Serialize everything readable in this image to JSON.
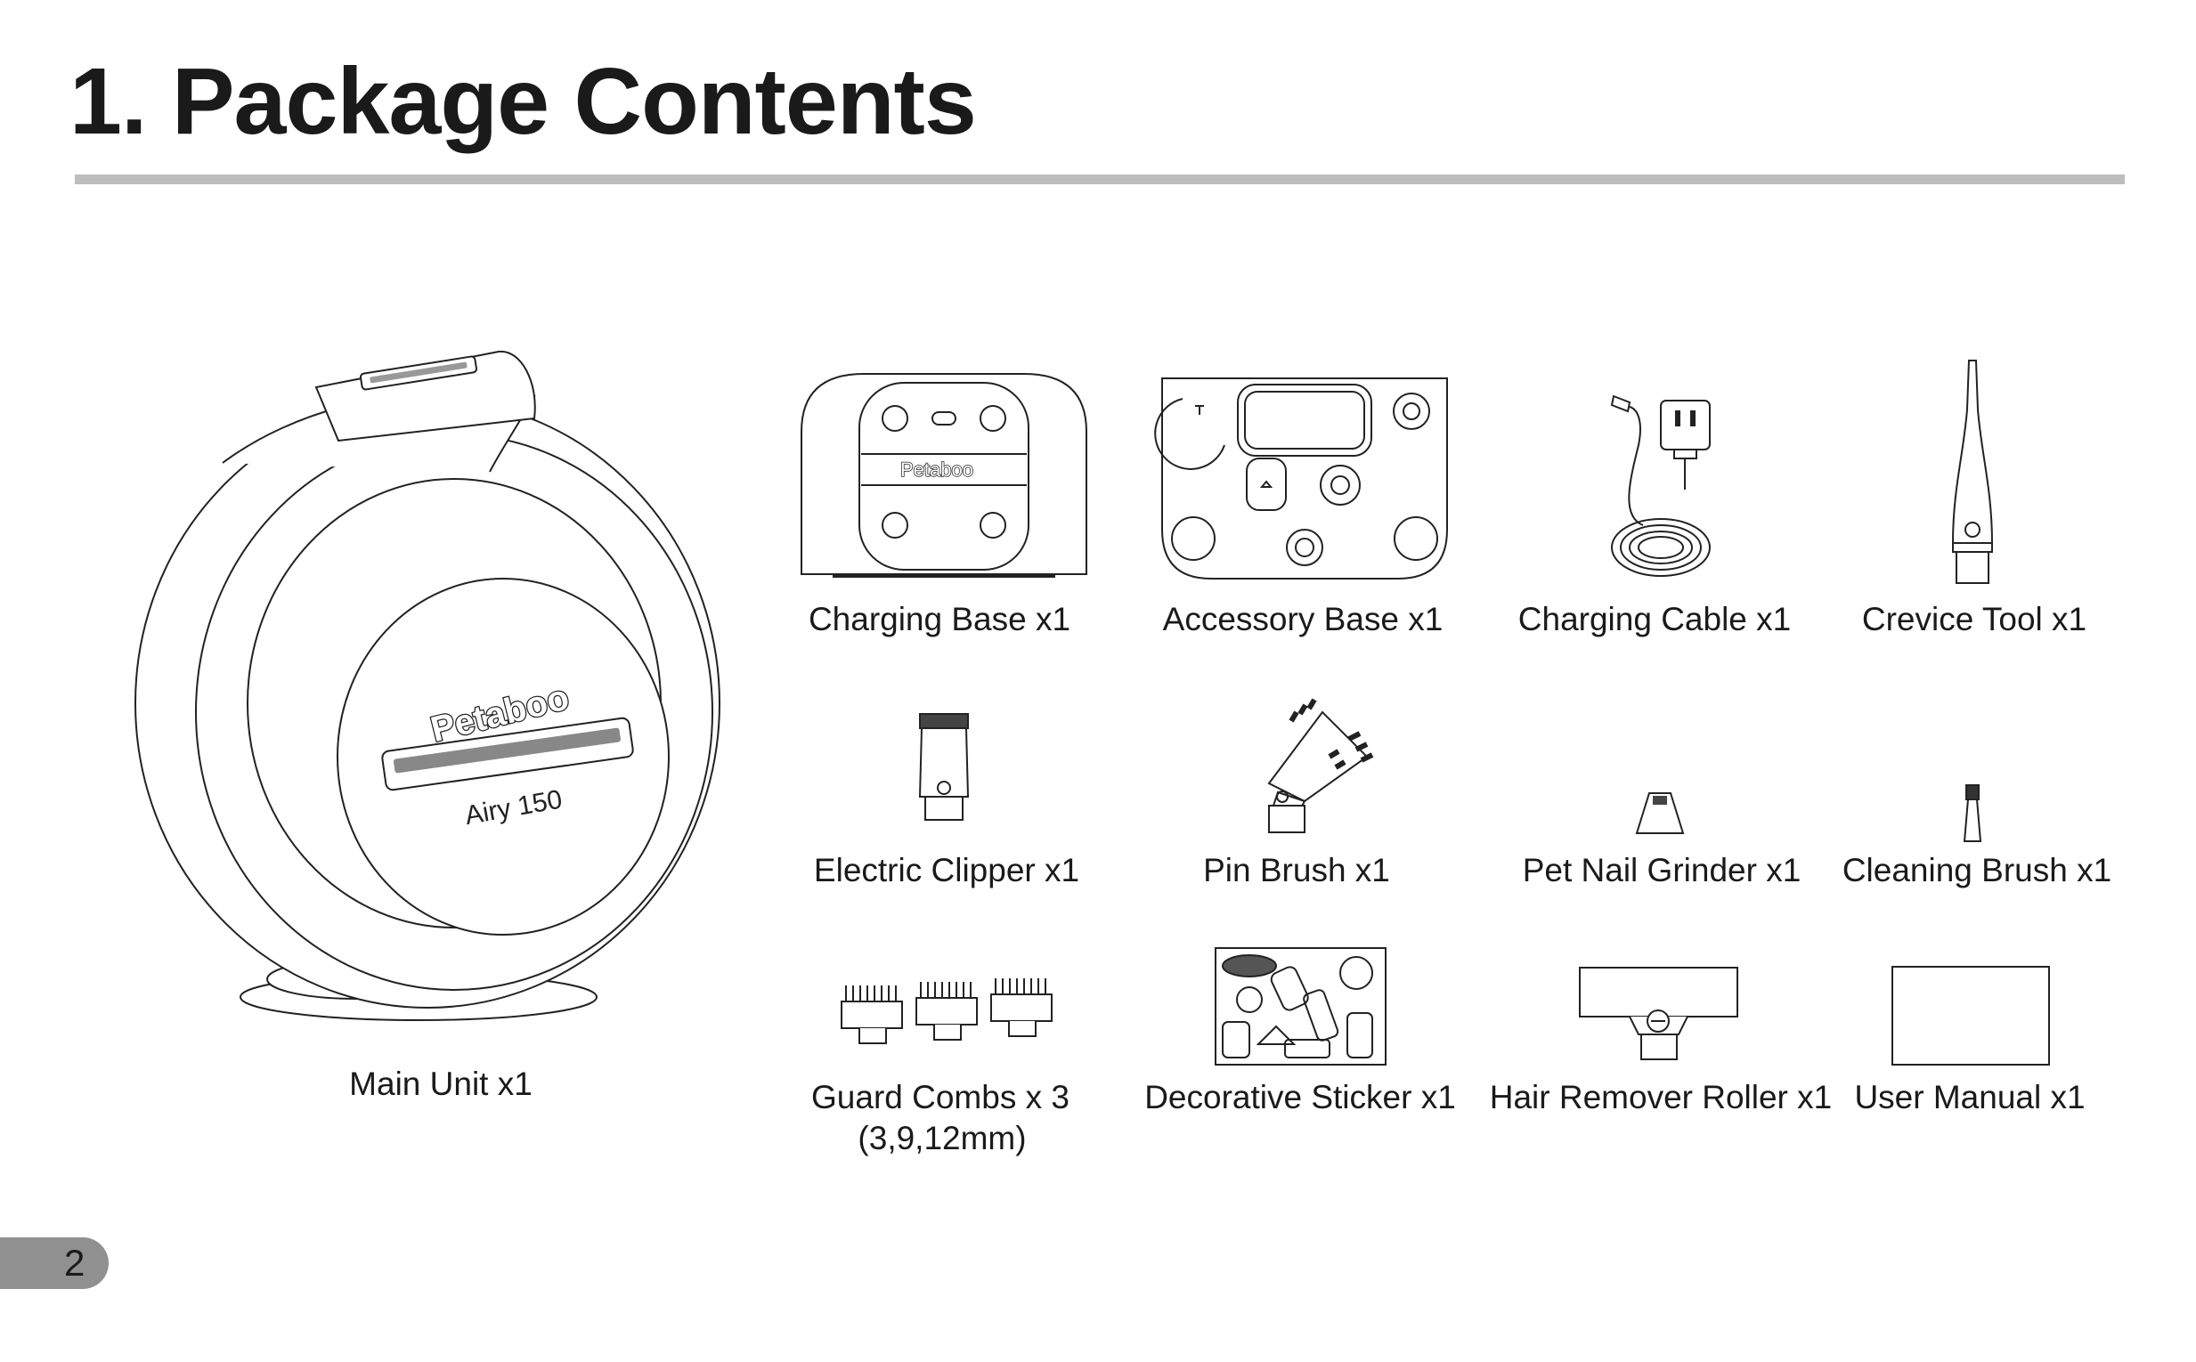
{
  "page": {
    "title": "1. Package Contents",
    "page_number": "2"
  },
  "main_unit": {
    "label": "Main Unit x1",
    "brand": "Petaboo",
    "model": "Airy 150"
  },
  "items": [
    {
      "label": "Charging Base x1",
      "icon": "charging-base-icon"
    },
    {
      "label": "Accessory Base x1",
      "icon": "accessory-base-icon"
    },
    {
      "label": "Charging Cable x1",
      "icon": "charging-cable-icon"
    },
    {
      "label": "Crevice Tool x1",
      "icon": "crevice-tool-icon"
    },
    {
      "label": "Electric Clipper x1",
      "icon": "electric-clipper-icon"
    },
    {
      "label": "Pin Brush x1",
      "icon": "pin-brush-icon"
    },
    {
      "label": "Pet Nail Grinder x1",
      "icon": "nail-grinder-icon"
    },
    {
      "label": "Cleaning Brush x1",
      "icon": "cleaning-brush-icon"
    },
    {
      "label": "Guard Combs x 3",
      "sublabel": "(3,9,12mm)",
      "icon": "guard-combs-icon"
    },
    {
      "label": "Decorative Sticker x1",
      "icon": "sticker-sheet-icon"
    },
    {
      "label": "Hair Remover Roller x1",
      "icon": "hair-roller-icon"
    },
    {
      "label": "User Manual x1",
      "icon": "user-manual-icon"
    }
  ],
  "base_brand": "Petaboo"
}
